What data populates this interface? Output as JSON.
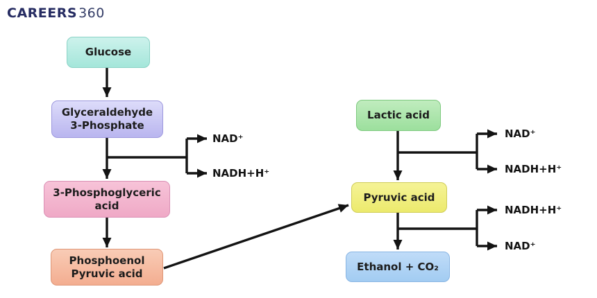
{
  "brand": {
    "name": "CAREERS",
    "suffix": "360",
    "name_color": "#262c62",
    "suffix_color": "#333c66"
  },
  "diagram": {
    "title_hint": "Glycolysis and fermentation pathway flowchart",
    "boxes": {
      "glucose": {
        "label": "Glucose",
        "fill": "#a4e6da",
        "border": "#89d2c5"
      },
      "g3p": {
        "label": "Glyceraldehyde 3-Phosphate",
        "fill": "#b9b5ef",
        "border": "#9d98de"
      },
      "pga": {
        "label": "3-Phosphoglyceric acid",
        "fill": "#efa9c6",
        "border": "#da8fb4"
      },
      "pep": {
        "label": "Phosphoenol Pyruvic acid",
        "fill": "#f3ad90",
        "border": "#de9676"
      },
      "lactic": {
        "label": "Lactic acid",
        "fill": "#9cdf9d",
        "border": "#7ec97f"
      },
      "pyruvic": {
        "label": "Pyruvic acid",
        "fill": "#ecea6d",
        "border": "#cfcc55"
      },
      "ethanol": {
        "label": "Ethanol + CO₂",
        "fill": "#a2ccf2",
        "border": "#87b4e3"
      }
    },
    "cofactor_labels": {
      "glycolysis_branch": {
        "top": "NAD⁺",
        "bottom": "NADH+H⁺"
      },
      "lactic_branch": {
        "top": "NAD⁺",
        "bottom": "NADH+H⁺"
      },
      "ethanol_branch": {
        "top": "NADH+H⁺",
        "bottom": "NAD⁺"
      }
    },
    "arrow_color": "#131313"
  }
}
